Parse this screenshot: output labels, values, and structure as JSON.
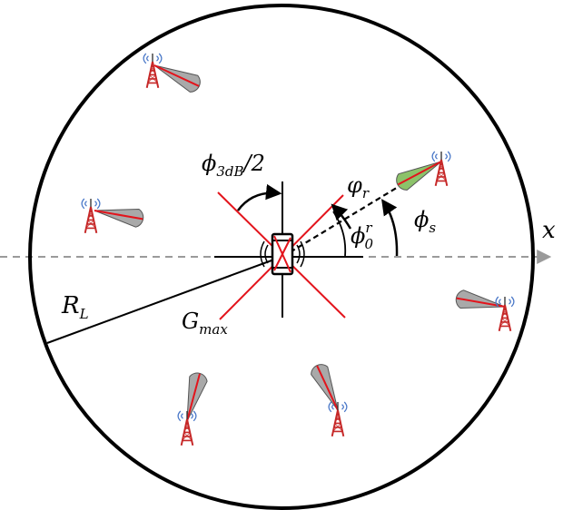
{
  "labels": {
    "x_axis": "x",
    "radius": {
      "main": "R",
      "sub": "L"
    },
    "gain": {
      "main": "G",
      "sub": "max"
    },
    "half_beamwidth": {
      "main": "ϕ",
      "sub": "3dB",
      "suffix": "/2"
    },
    "phi_r": {
      "main": "φ",
      "sub": "r"
    },
    "phi_0_r": {
      "main": "ϕ",
      "sup": "r",
      "sub": "0"
    },
    "phi_s": {
      "main": "ϕ",
      "sub": "s"
    }
  },
  "base_stations": [
    {
      "id": "bs-1",
      "beam_color": "gray"
    },
    {
      "id": "bs-2",
      "beam_color": "gray"
    },
    {
      "id": "bs-3-serving",
      "beam_color": "green"
    },
    {
      "id": "bs-4",
      "beam_color": "gray"
    },
    {
      "id": "bs-5",
      "beam_color": "gray"
    },
    {
      "id": "bs-6",
      "beam_color": "gray"
    }
  ],
  "colors": {
    "beam_gray": "#a9a9a9",
    "beam_green": "#8cc26a",
    "boresight_red": "#e3141c",
    "tower_red": "#d42b2b",
    "axis_gray": "#9a9a9a"
  }
}
